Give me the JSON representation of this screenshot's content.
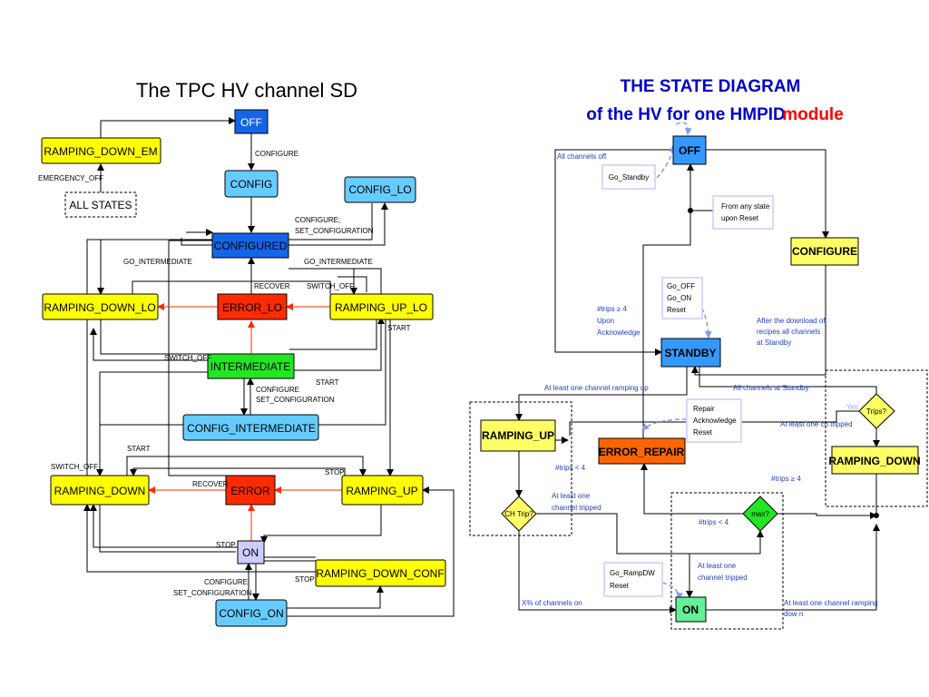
{
  "left": {
    "title": "The TPC HV channel SD",
    "states": {
      "off": "OFF",
      "ramping_down_em": "RAMPING_DOWN_EM",
      "config": "CONFIG",
      "config_lo": "CONFIG_LO",
      "all_states": "ALL STATES",
      "configured": "CONFIGURED",
      "ramping_down_lo": "RAMPING_DOWN_LO",
      "error_lo": "ERROR_LO",
      "ramping_up_lo": "RAMPING_UP_LO",
      "intermediate": "INTERMEDIATE",
      "config_intermediate": "CONFIG_INTERMEDIATE",
      "ramping_down": "RAMPING_DOWN",
      "error": "ERROR",
      "ramping_up": "RAMPING_UP",
      "on": "ON",
      "ramping_down_conf": "RAMPING_DOWN_CONF",
      "config_on": "CONFIG_ON"
    },
    "labels": {
      "configure": "CONFIGURE",
      "emergency_off": "EMERGENCY_OFF",
      "configure_set_1": "CONFIGURE;",
      "configure_set_2": "SET_CONFIGURATION",
      "go_intermediate_left": "GO_INTERMEDIATE",
      "go_intermediate_right": "GO_INTERMEDIATE",
      "recover_lo": "RECOVER",
      "switch_off_lo": "SWITCH_OFF",
      "start_lo": "START",
      "switch_off_int": "SWITCH_OFF",
      "start_int": "START",
      "configure_int_1": "CONFIGURE",
      "configure_int_2": "SET_CONFIGURATION",
      "start": "START",
      "switch_off": "SWITCH_OFF",
      "stop_up": "STOP",
      "recover": "RECOVER",
      "stop_on": "STOP",
      "stop_conf": "STOP",
      "configure_on_1": "CONFIGURE",
      "configure_on_2": "SET_CONFIGURATION"
    }
  },
  "right": {
    "title_line1": "THE STATE DIAGRAM",
    "title_line2": "of the HV for one HMPID",
    "title_highlight": "module",
    "states": {
      "off": "OFF",
      "configure": "CONFIGURE",
      "standby": "STANDBY",
      "ramping_up": "RAMPING_UP",
      "error_repair": "ERROR_REPAIR",
      "ramping_down": "RAMPING_DOWN",
      "on": "ON"
    },
    "decisions": {
      "ch_trip": "CH Trip?",
      "max": "max?",
      "trips": "Trips?"
    },
    "notes": {
      "go_standby": "Go_Standby",
      "from_any_1": "From any state",
      "from_any_2": "upon Reset",
      "go_off_1": "Go_OFF",
      "go_off_2": "Go_ON",
      "go_off_3": "Reset",
      "repair_1": "Repair",
      "repair_2": "Acknowledge",
      "repair_3": "Reset",
      "go_rampdw_1": "Go_RampDW",
      "go_rampdw_2": "Reset"
    },
    "labels": {
      "all_channels_off": "All channels off",
      "trips_ge4_1": "#trips ≥ 4",
      "trips_ge4_2": "Upon",
      "trips_ge4_3": "Acknowledge",
      "after_download_1": "After the download of",
      "after_download_2": "recipes all channels",
      "after_download_3": "at Standby",
      "at_least_ramping_up": "At least one channel ramping up",
      "all_channels_standby": "All channels at Standby",
      "yes": "Yes",
      "at_least_ch_tripped": "At least one ch tripped",
      "trips_lt4_a": "#trips < 4",
      "at_least_one_tripped_1": "At least one",
      "at_least_one_tripped_2": "channel tripped",
      "trips_ge4_b": "#trips ≥ 4",
      "trips_lt4_b": "#trips < 4",
      "at_least_one_tripped_3": "At least one",
      "at_least_one_tripped_4": "channel tripped",
      "x_pct_on": "X% of channels on",
      "at_least_ramping_down_1": "At least one channel ramping",
      "at_least_ramping_down_2": "dow n"
    }
  },
  "colors": {
    "yellow": "#ffff00",
    "light_blue": "#66ccff",
    "blue": "#1466e6",
    "red": "#ff2b00",
    "green": "#22e622",
    "lavender": "#ccccff",
    "hmpid_title": "#0000cc",
    "module_red": "#ff0000",
    "orange": "#ff6600",
    "hmpid_blue": "#3399ff",
    "hmpid_yellow": "#ffff66",
    "hmpid_green": "#66ee99",
    "label_blue": "#1f3fbf"
  }
}
